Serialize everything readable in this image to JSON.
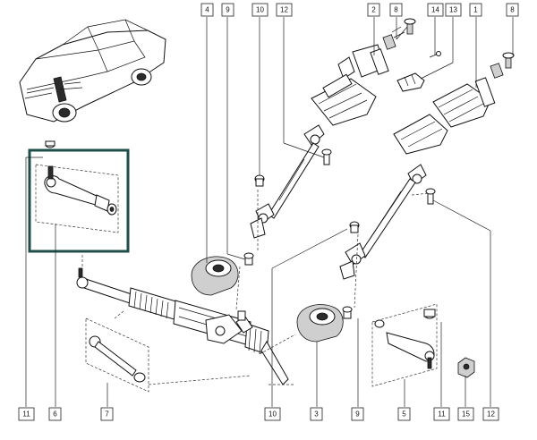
{
  "diagram": {
    "highlight_color": "#1f4d47",
    "callouts": [
      {
        "id": "c4",
        "text": "4"
      },
      {
        "id": "c9a",
        "text": "9"
      },
      {
        "id": "c10a",
        "text": "10"
      },
      {
        "id": "c12a",
        "text": "12"
      },
      {
        "id": "c2",
        "text": "2"
      },
      {
        "id": "c8a",
        "text": "8"
      },
      {
        "id": "c14",
        "text": "14"
      },
      {
        "id": "c13",
        "text": "13"
      },
      {
        "id": "c1",
        "text": "1"
      },
      {
        "id": "c8b",
        "text": "8"
      },
      {
        "id": "c11a",
        "text": "11"
      },
      {
        "id": "c6",
        "text": "6"
      },
      {
        "id": "c7",
        "text": "7"
      },
      {
        "id": "c10b",
        "text": "10"
      },
      {
        "id": "c3",
        "text": "3"
      },
      {
        "id": "c9b",
        "text": "9"
      },
      {
        "id": "c5",
        "text": "5"
      },
      {
        "id": "c11b",
        "text": "11"
      },
      {
        "id": "c15",
        "text": "15"
      },
      {
        "id": "c12b",
        "text": "12"
      }
    ]
  }
}
